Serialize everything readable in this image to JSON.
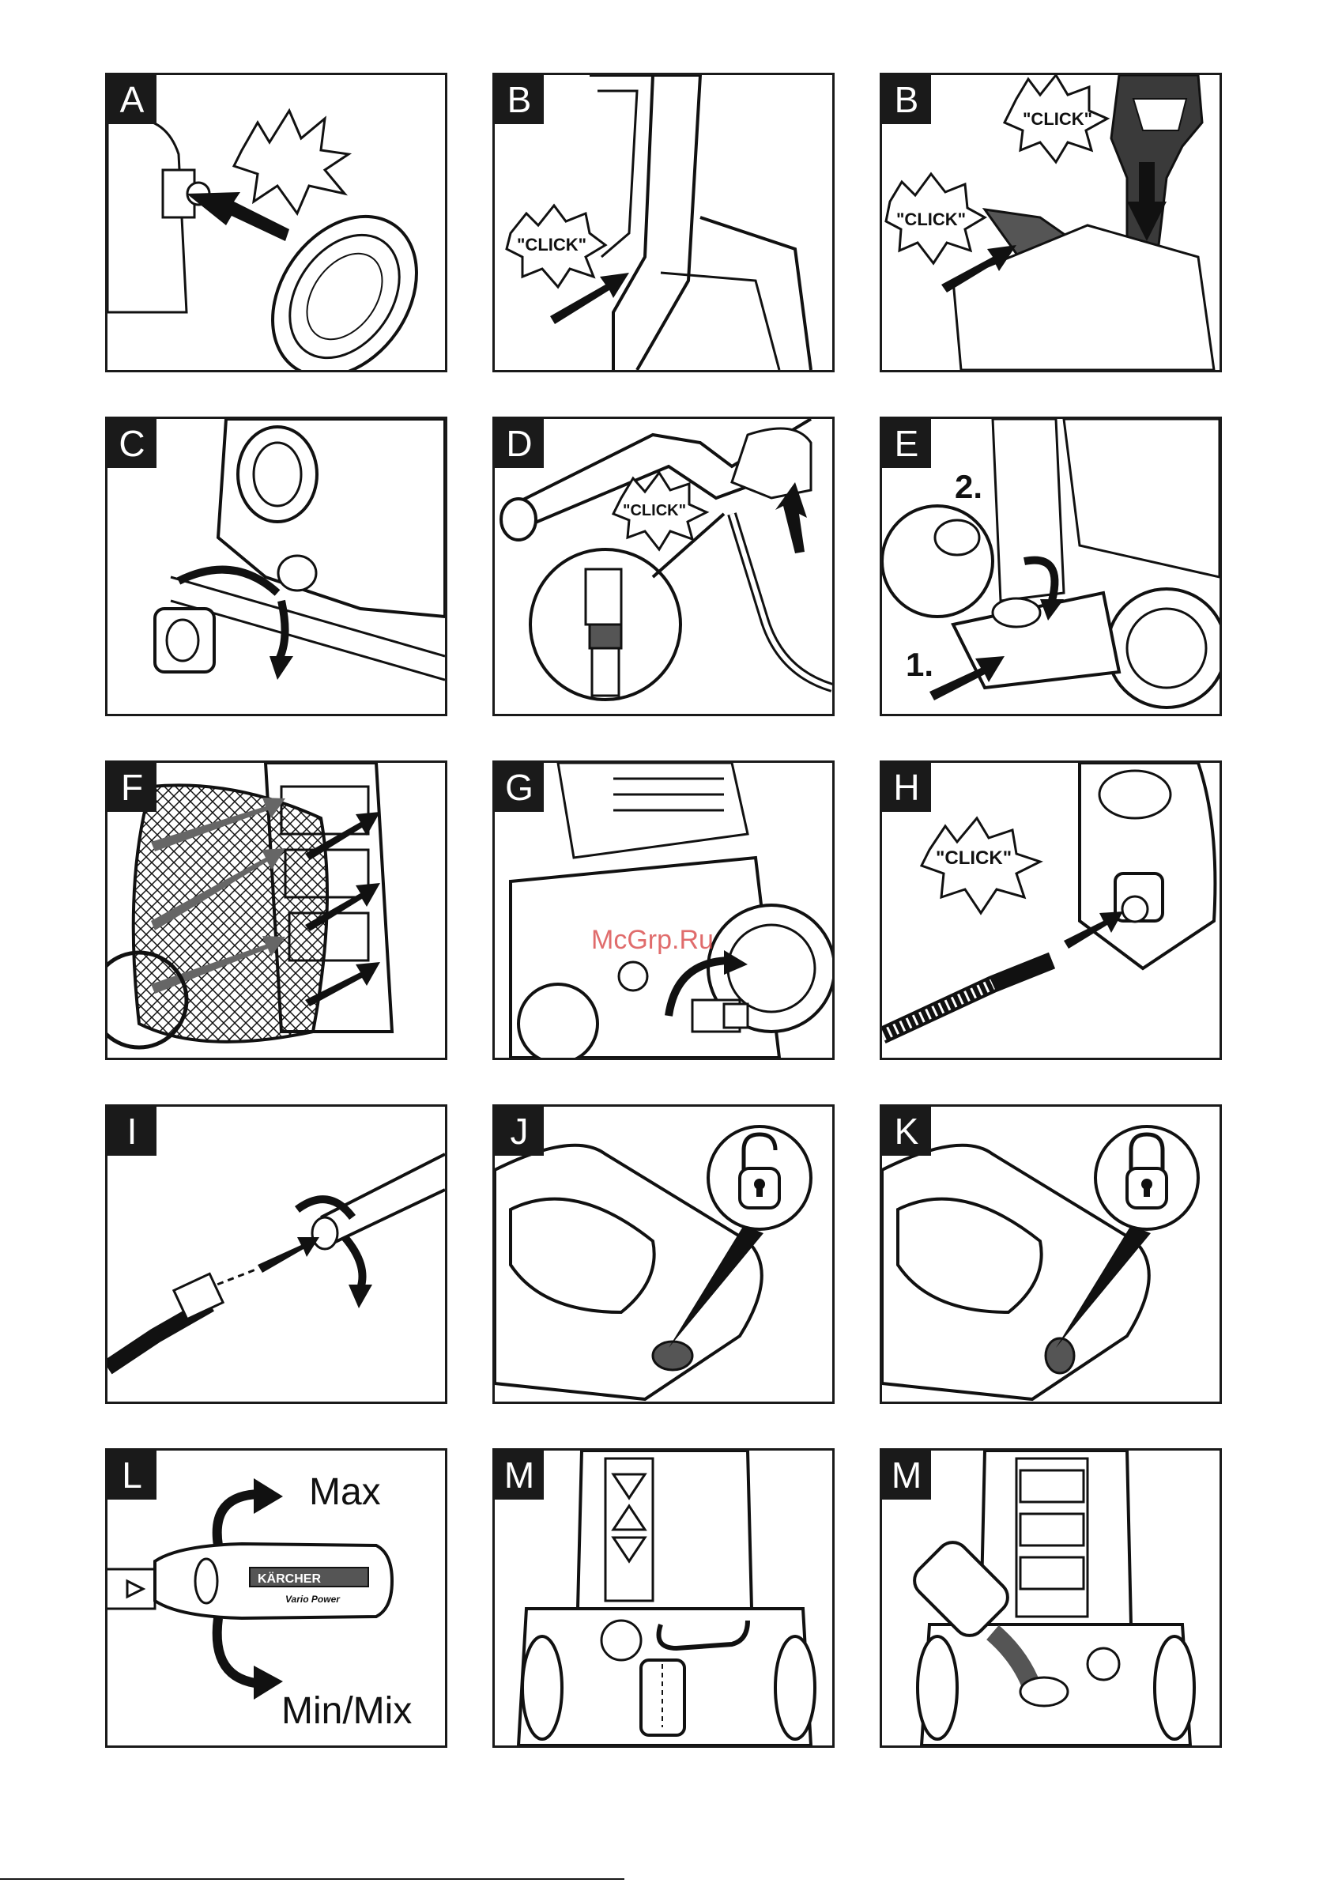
{
  "panels": [
    {
      "letter": "A"
    },
    {
      "letter": "B"
    },
    {
      "letter": "B",
      "click1": "\"CLICK\"",
      "click2": "\"CLICK\""
    },
    {
      "letter": "C"
    },
    {
      "letter": "D",
      "click": "\"CLICK\""
    },
    {
      "letter": "E",
      "step1": "1.",
      "step2": "2."
    },
    {
      "letter": "F"
    },
    {
      "letter": "G"
    },
    {
      "letter": "H",
      "click": "\"CLICK\""
    },
    {
      "letter": "I"
    },
    {
      "letter": "J"
    },
    {
      "letter": "K"
    },
    {
      "letter": "L",
      "max": "Max",
      "min": "Min/Mix",
      "brand": "KÄRCHER",
      "model": "Vario Power"
    },
    {
      "letter": "M"
    },
    {
      "letter": "M"
    }
  ],
  "panel_b_click": "\"CLICK\"",
  "watermark": "McGrp.Ru"
}
